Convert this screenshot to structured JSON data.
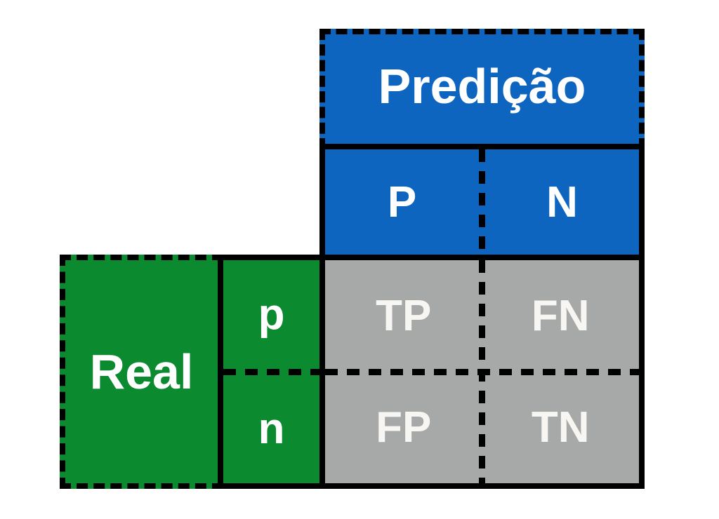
{
  "matrix": {
    "column_header": "Predição",
    "row_header": "Real",
    "columns": [
      "P",
      "N"
    ],
    "rows": [
      "p",
      "n"
    ],
    "cells": [
      [
        "TP",
        "FN"
      ],
      [
        "FP",
        "TN"
      ]
    ]
  },
  "colors": {
    "blue": "#0D65C0",
    "green": "#0B8A2F",
    "gray": "#A6A9A8",
    "border": "#000000",
    "text": "#FFFFFF",
    "background": "#FFFFFF"
  }
}
